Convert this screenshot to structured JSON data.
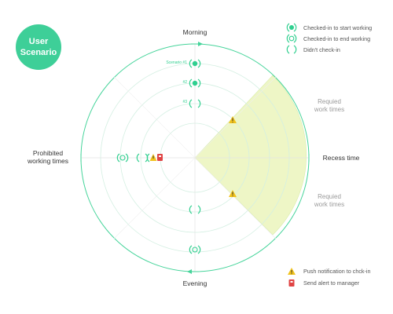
{
  "badge": {
    "line1": "User",
    "line2": "Scenario",
    "color": "#3ecf98"
  },
  "axes": {
    "top": "Morning",
    "bottom": "Evening",
    "right": "Recess time",
    "left_line1": "Prohibited",
    "left_line2": "working times"
  },
  "required_upper": {
    "line1": "Requied",
    "line2": "work times"
  },
  "required_lower": {
    "line1": "Requied",
    "line2": "work times"
  },
  "scenario_labels": {
    "s1": "Scenario #1",
    "s2": "#2",
    "s3": "#3"
  },
  "legend_top": [
    {
      "icon": "checked-in-start-icon",
      "label": "Checked-in to start working"
    },
    {
      "icon": "checked-in-end-icon",
      "label": "Checked-in to end working"
    },
    {
      "icon": "didnt-check-in-icon",
      "label": "Didn't check-in"
    }
  ],
  "legend_bottom": [
    {
      "icon": "warning-icon",
      "label": "Push notification to chck-in"
    },
    {
      "icon": "alert-icon",
      "label": "Send alert to manager"
    }
  ],
  "colors": {
    "green": "#2fcf8f",
    "ring": "#cdeedd",
    "sector": "#eef6c6",
    "warning": "#f1c21b",
    "alert": "#e04444"
  }
}
